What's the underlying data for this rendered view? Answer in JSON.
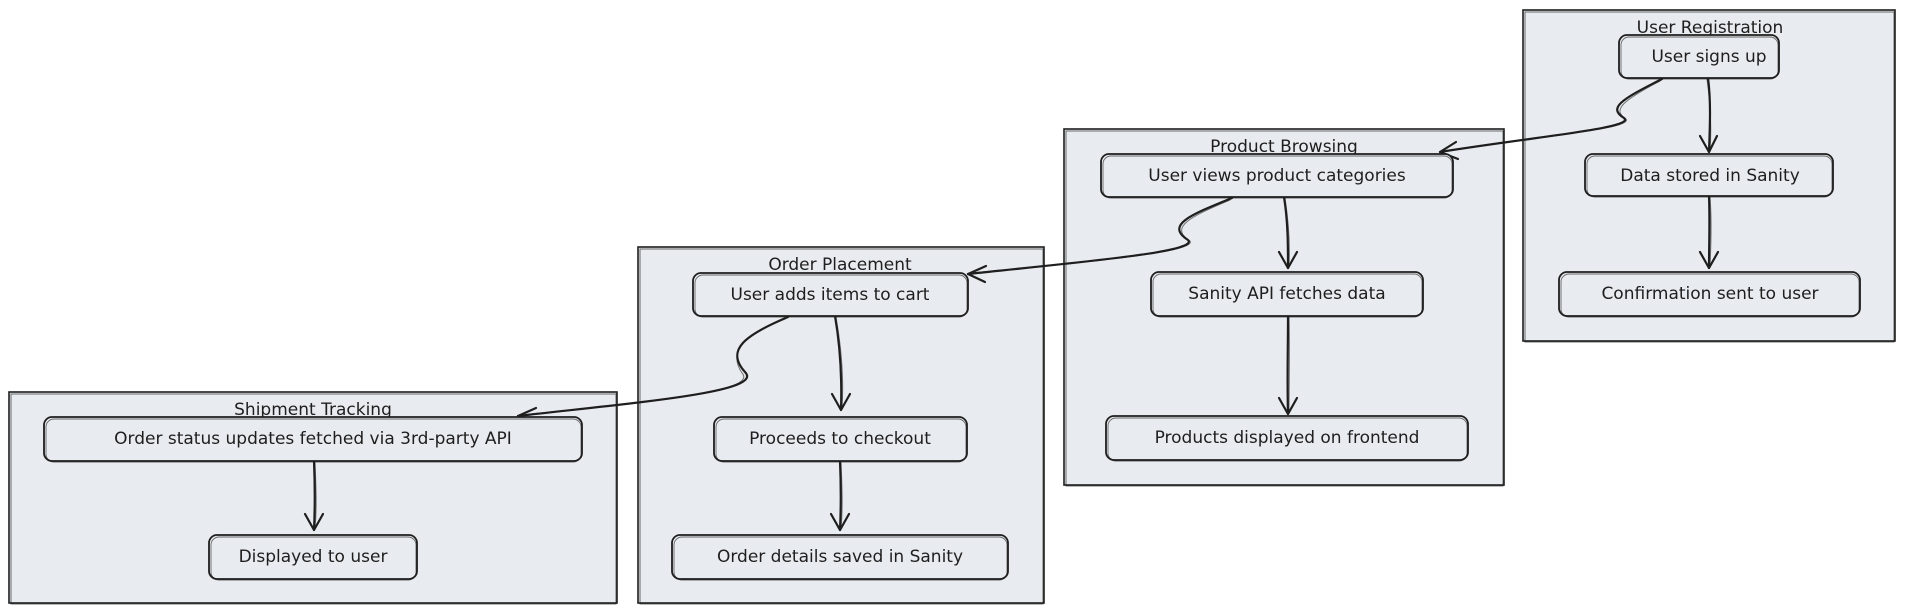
{
  "diagram": {
    "groups": [
      {
        "id": "user-registration",
        "title": "User Registration"
      },
      {
        "id": "product-browsing",
        "title": "Product Browsing"
      },
      {
        "id": "order-placement",
        "title": "Order Placement"
      },
      {
        "id": "shipment-tracking",
        "title": "Shipment Tracking"
      }
    ],
    "nodes": [
      {
        "id": "signup",
        "group": "user-registration",
        "label": "User signs up"
      },
      {
        "id": "stored",
        "group": "user-registration",
        "label": "Data stored in Sanity"
      },
      {
        "id": "confirm",
        "group": "user-registration",
        "label": "Confirmation sent to user"
      },
      {
        "id": "views",
        "group": "product-browsing",
        "label": "User views product categories"
      },
      {
        "id": "fetches",
        "group": "product-browsing",
        "label": "Sanity API fetches data"
      },
      {
        "id": "displayed",
        "group": "product-browsing",
        "label": "Products displayed on frontend"
      },
      {
        "id": "cart",
        "group": "order-placement",
        "label": "User adds items to cart"
      },
      {
        "id": "checkout",
        "group": "order-placement",
        "label": "Proceeds to checkout"
      },
      {
        "id": "saved",
        "group": "order-placement",
        "label": "Order details saved in Sanity"
      },
      {
        "id": "status",
        "group": "shipment-tracking",
        "label": "Order status updates fetched via 3rd-party API"
      },
      {
        "id": "shown",
        "group": "shipment-tracking",
        "label": "Displayed to user"
      }
    ],
    "edges": [
      {
        "from": "signup",
        "to": "stored"
      },
      {
        "from": "stored",
        "to": "confirm"
      },
      {
        "from": "signup",
        "to": "views"
      },
      {
        "from": "views",
        "to": "fetches"
      },
      {
        "from": "fetches",
        "to": "displayed"
      },
      {
        "from": "views",
        "to": "cart"
      },
      {
        "from": "cart",
        "to": "checkout"
      },
      {
        "from": "checkout",
        "to": "saved"
      },
      {
        "from": "cart",
        "to": "status"
      },
      {
        "from": "status",
        "to": "shown"
      }
    ],
    "colors": {
      "fill": "#e8ebef",
      "stroke": "#1e1e1e",
      "background": "#ffffff"
    }
  }
}
